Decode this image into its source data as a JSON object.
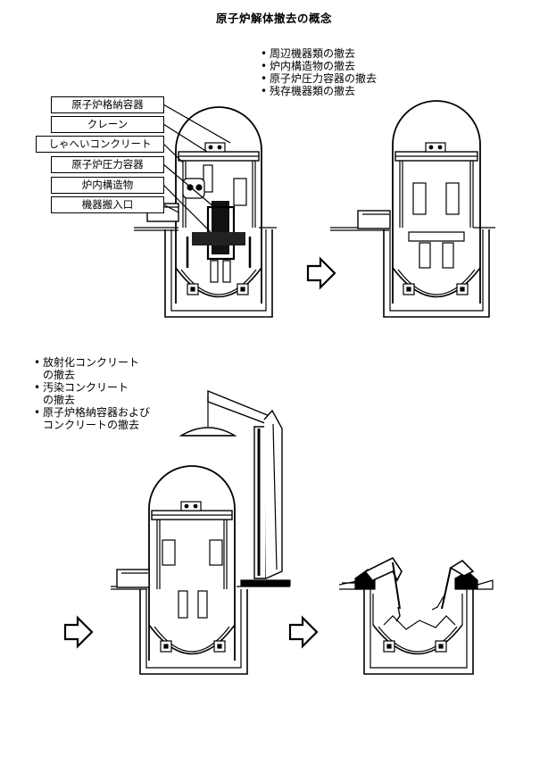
{
  "title": "原子炉解体撤去の概念",
  "step1": {
    "items": [
      "周辺機器類の撤去",
      "炉内構造物の撤去",
      "原子炉圧力容器の撤去",
      "残存機器類の撤去"
    ]
  },
  "step2": {
    "items": [
      {
        "line1": "放射化コンクリート",
        "line2": "の撤去"
      },
      {
        "line1": "汚染コンクリート",
        "line2": "の撤去"
      },
      {
        "line1": "原子炉格納容器および",
        "line2": "コンクリートの撤去"
      }
    ]
  },
  "labels": [
    "原子炉格納容器",
    "クレーン",
    "しゃへいコンクリート",
    "原子炉圧力容器",
    "炉内構造物",
    "機器搬入口"
  ]
}
